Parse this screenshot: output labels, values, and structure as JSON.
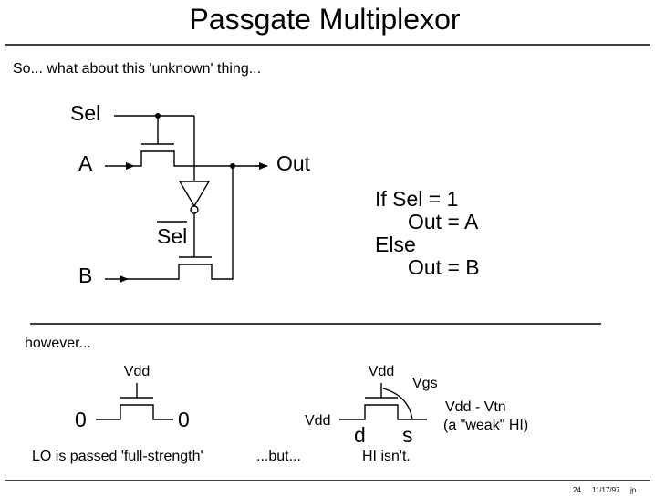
{
  "title": "Passgate Multiplexor",
  "intro": "So... what about this 'unknown' thing...",
  "mux": {
    "sel": "Sel",
    "a": "A",
    "out": "Out",
    "sel_bar": "Sel",
    "b": "B"
  },
  "logic": {
    "line1": "If Sel = 1",
    "line2": "Out = A",
    "line3": "Else",
    "line4": "Out = B"
  },
  "however": "however...",
  "left_pass": {
    "vdd": "Vdd",
    "in": "0",
    "out": "0",
    "caption": "LO is passed 'full-strength'"
  },
  "middle_caption": "...but...",
  "right_pass": {
    "vdd_gate": "Vdd",
    "vgs": "Vgs",
    "vdd_in": "Vdd",
    "d": "d",
    "s": "s",
    "result_line1": "Vdd - Vtn",
    "result_line2": "(a \"weak\" HI)",
    "caption": "HI isn't."
  },
  "footer": {
    "page": "24",
    "date": "11/17/97",
    "initials": "jp"
  }
}
